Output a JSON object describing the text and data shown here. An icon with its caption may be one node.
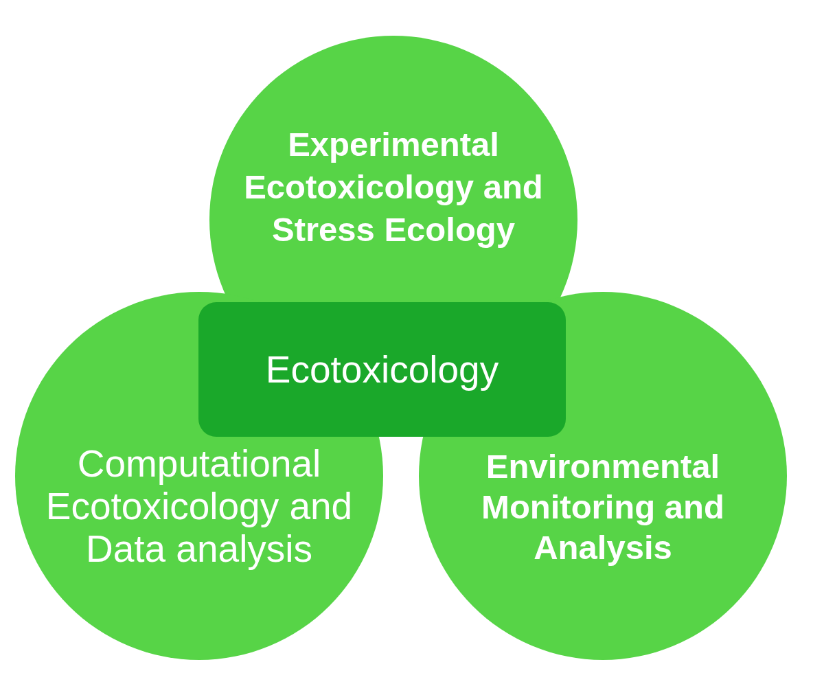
{
  "diagram": {
    "nodes": [
      {
        "text": [
          "Experimental Ecotoxicology and Stress Ecology"
        ]
      },
      {
        "text": [
          "Ecotoxicology"
        ]
      },
      {
        "text": [
          "Computational Ecotoxicology and Data analysis"
        ]
      },
      {
        "text": [
          "Environmental Monitoring and Analysis"
        ]
      }
    ]
  }
}
